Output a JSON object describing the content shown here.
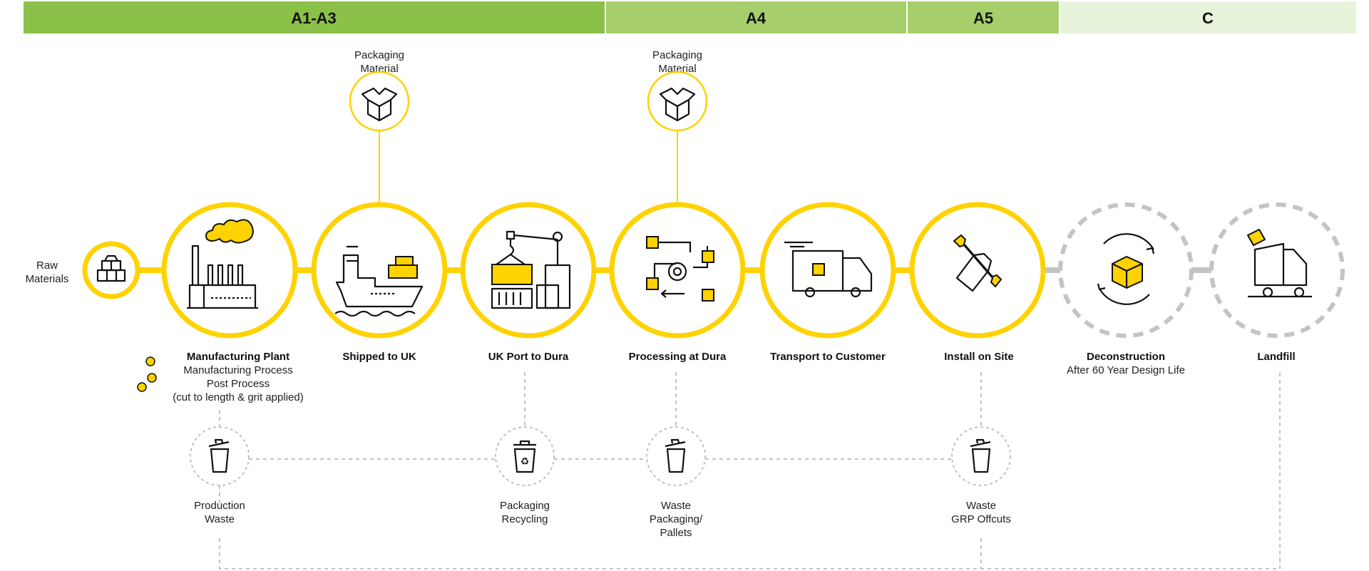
{
  "phases": [
    {
      "label": "A1-A3",
      "color": "#8BC148"
    },
    {
      "label": "A4",
      "color": "#A6CE6B"
    },
    {
      "label": "A5",
      "color": "#A6CE6B"
    },
    {
      "label": "C",
      "color": "#E8F3DB"
    }
  ],
  "raw_materials": {
    "line1": "Raw",
    "line2": "Materials"
  },
  "packaging": [
    {
      "line1": "Packaging",
      "line2": "Material"
    },
    {
      "line1": "Packaging",
      "line2": "Material"
    }
  ],
  "stages": [
    {
      "title": "Manufacturing Plant",
      "sub1": "Manufacturing Process",
      "sub2": "Post Process",
      "sub3": "(cut to length & grit applied)",
      "icon": "factory-icon"
    },
    {
      "title": "Shipped to UK",
      "icon": "ship-icon"
    },
    {
      "title": "UK Port to Dura",
      "icon": "crane-container-icon"
    },
    {
      "title": "Processing at Dura",
      "icon": "process-flow-icon"
    },
    {
      "title": "Transport to Customer",
      "icon": "truck-icon"
    },
    {
      "title": "Install on Site",
      "icon": "wrench-hand-icon"
    },
    {
      "title": "Deconstruction",
      "sub1": "After 60 Year Design Life",
      "icon": "recycle-box-icon"
    },
    {
      "title": "Landfill",
      "icon": "dump-truck-icon"
    }
  ],
  "waste": [
    {
      "line1": "Production",
      "line2": "Waste"
    },
    {
      "line1": "Packaging",
      "line2": "Recycling"
    },
    {
      "line1": "Waste",
      "line2": "Packaging/",
      "line3": "Pallets"
    },
    {
      "line1": "Waste",
      "line2": "GRP Offcuts"
    }
  ],
  "colors": {
    "accent": "#FFD200",
    "inactive": "#C4C4C4"
  }
}
